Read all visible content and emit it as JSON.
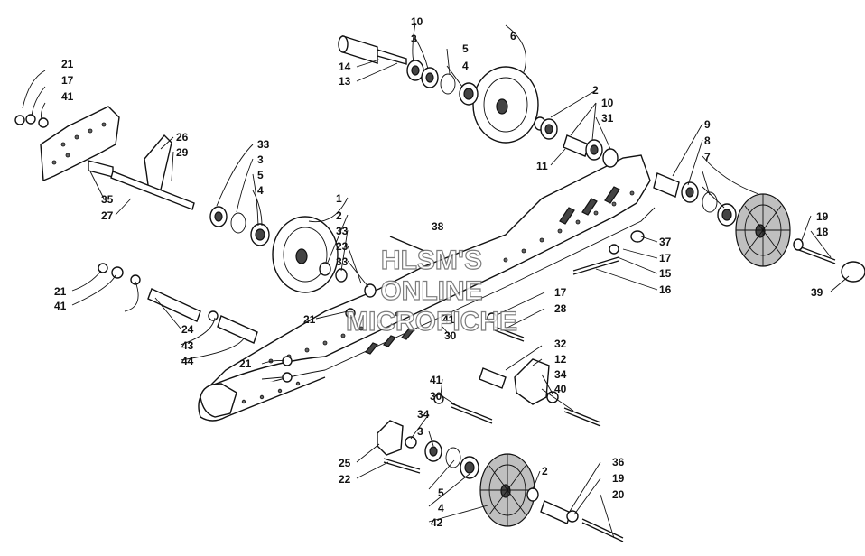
{
  "watermark": [
    "HLSM'S",
    "ONLINE",
    "MICROFICHE"
  ],
  "callouts": [
    "21",
    "17",
    "41",
    "10",
    "3",
    "6",
    "14",
    "13",
    "5",
    "4",
    "2",
    "10",
    "31",
    "26",
    "29",
    "33",
    "3",
    "5",
    "4",
    "11",
    "9",
    "8",
    "7",
    "35",
    "27",
    "1",
    "2",
    "38",
    "33",
    "23",
    "33",
    "19",
    "18",
    "37",
    "17",
    "15",
    "16",
    "39",
    "21",
    "41",
    "24",
    "43",
    "44",
    "17",
    "28",
    "41",
    "30",
    "21",
    "32",
    "12",
    "34",
    "40",
    "41",
    "30",
    "21",
    "25",
    "22",
    "34",
    "3",
    "5",
    "4",
    "42",
    "2",
    "36",
    "19",
    "20"
  ]
}
